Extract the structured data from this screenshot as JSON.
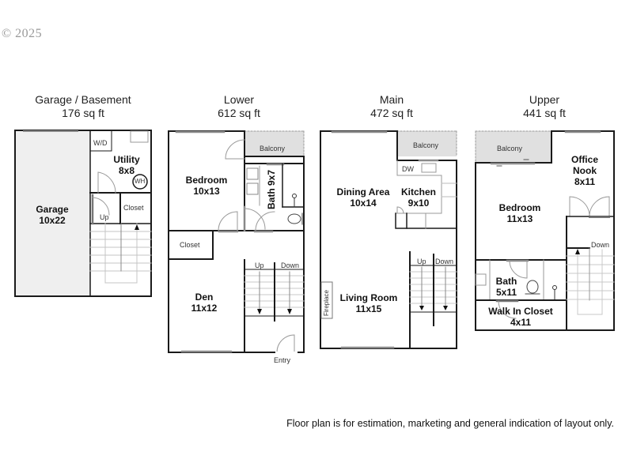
{
  "copyright": "© 2025",
  "floors": [
    {
      "name": "Garage / Basement",
      "area": "176 sq ft",
      "rooms": [
        {
          "name": "Garage",
          "size": "10x22"
        },
        {
          "name": "Utility",
          "size": "8x8"
        }
      ],
      "labels": {
        "wd": "W/D",
        "wh": "WH",
        "closet": "Closet",
        "up": "Up"
      }
    },
    {
      "name": "Lower",
      "area": "612 sq ft",
      "rooms": [
        {
          "name": "Bedroom",
          "size": "10x13"
        },
        {
          "name": "Bath 9x7",
          "size": ""
        },
        {
          "name": "Den",
          "size": "11x12"
        }
      ],
      "labels": {
        "balcony": "Balcony",
        "closet": "Closet",
        "up": "Up",
        "down": "Down",
        "entry": "Entry"
      }
    },
    {
      "name": "Main",
      "area": "472 sq ft",
      "rooms": [
        {
          "name": "Dining Area",
          "size": "10x14"
        },
        {
          "name": "Kitchen",
          "size": "9x10"
        },
        {
          "name": "Living Room",
          "size": "11x15"
        }
      ],
      "labels": {
        "balcony": "Balcony",
        "dw": "DW",
        "fireplace": "Fireplace",
        "up": "Up",
        "down": "Down"
      }
    },
    {
      "name": "Upper",
      "area": "441 sq ft",
      "rooms": [
        {
          "name": "Office Nook",
          "size": "8x11"
        },
        {
          "name": "Bedroom",
          "size": "11x13"
        },
        {
          "name": "Bath",
          "size": "5x11"
        },
        {
          "name": "Walk In Closet",
          "size": "4x11"
        }
      ],
      "labels": {
        "balcony": "Balcony",
        "down": "Down"
      }
    }
  ],
  "disclaimer": "Floor plan is for estimation, marketing and general indication of layout only.",
  "colors": {
    "wall": "#1a1a1a",
    "garage_fill": "#efefef",
    "balcony_fill": "#e0e0e0",
    "window": "#8a8a8a",
    "thin_line": "#9a9a9a"
  }
}
